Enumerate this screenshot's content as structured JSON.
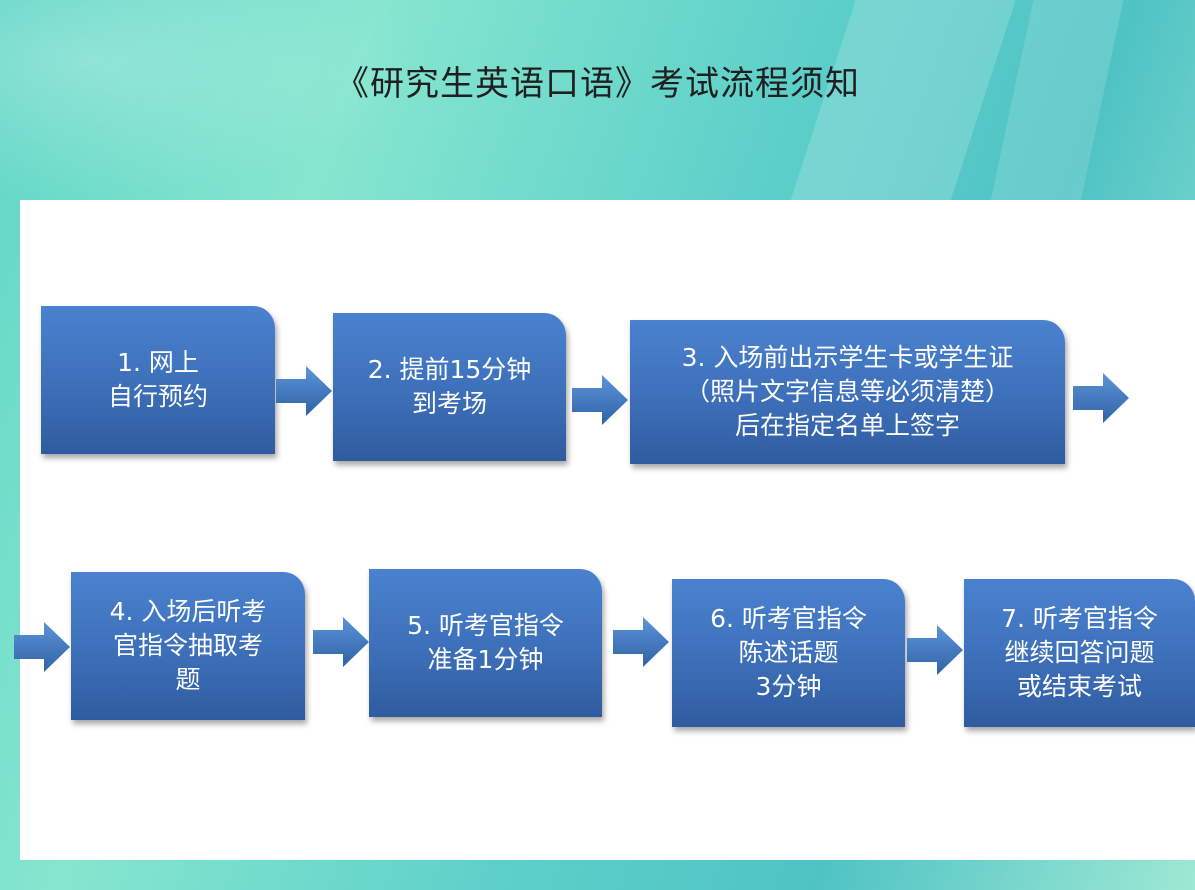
{
  "title": "《研究生英语口语》考试流程须知",
  "colors": {
    "box_top": "#4a82cf",
    "box_bottom": "#2f5c9f",
    "arrow": "#4a86cf",
    "text": "#ffffff"
  },
  "steps": [
    {
      "label": "1. 网上\n自行预约"
    },
    {
      "label": "2. 提前15分钟\n到考场"
    },
    {
      "label": "3. 入场前出示学生卡或学生证\n（照片文字信息等必须清楚）\n后在指定名单上签字"
    },
    {
      "label": "4. 入场后听考\n官指令抽取考\n题"
    },
    {
      "label": "5. 听考官指令\n准备1分钟"
    },
    {
      "label": "6. 听考官指令\n陈述话题\n3分钟"
    },
    {
      "label": "7. 听考官指令\n继续回答问题\n或结束考试"
    }
  ]
}
